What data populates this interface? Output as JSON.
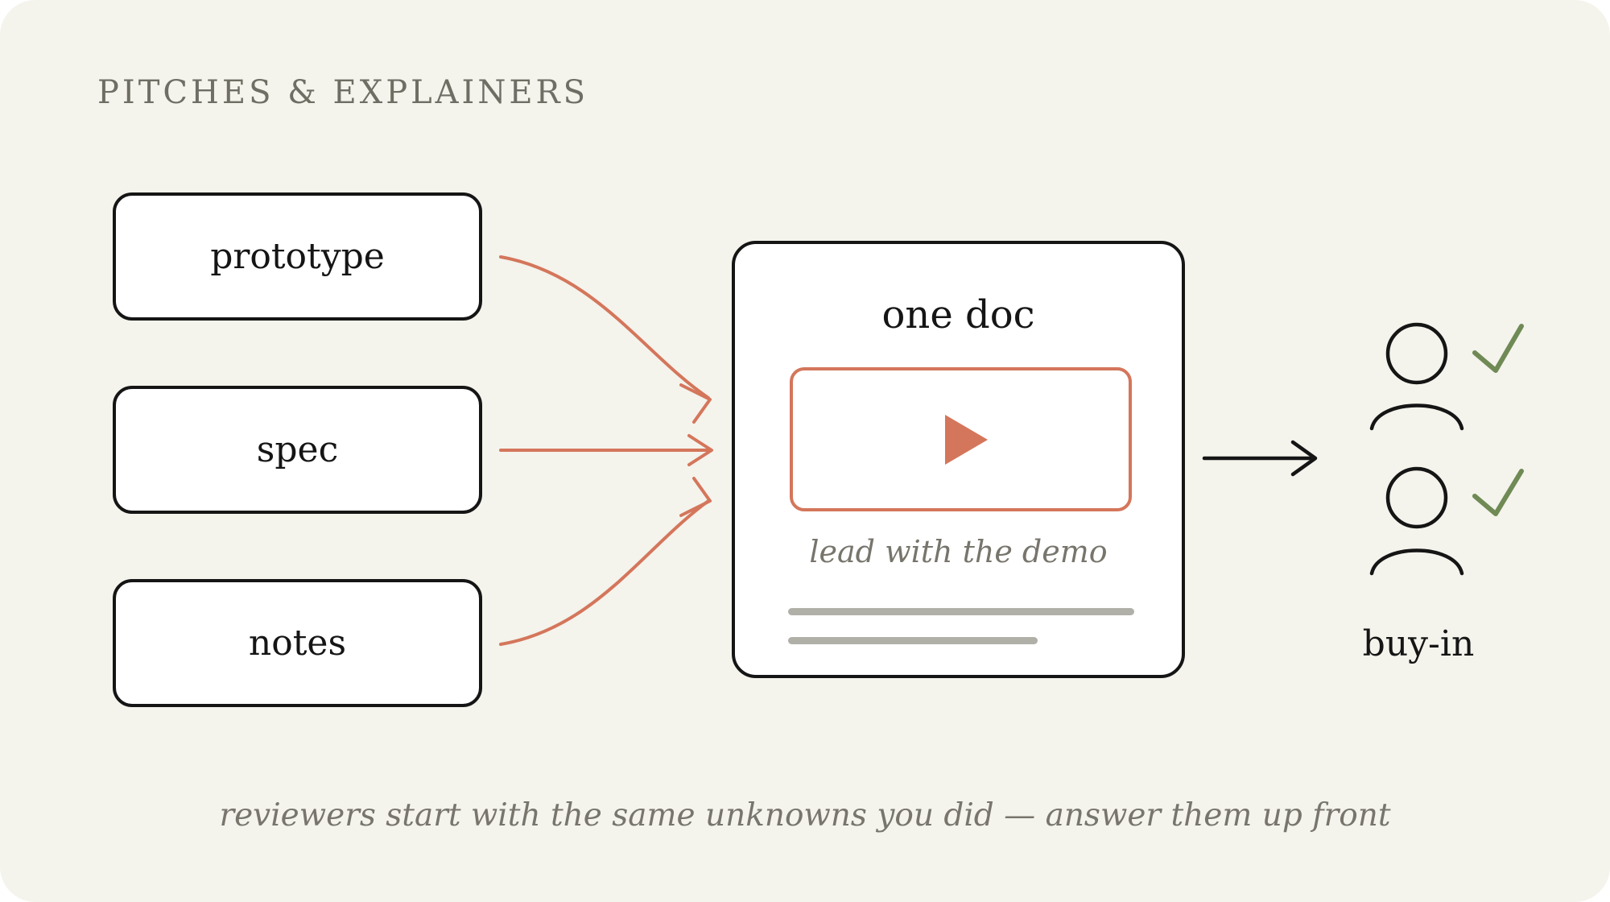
{
  "eyebrow": "PITCHES & EXPLAINERS",
  "sources": [
    {
      "label": "prototype"
    },
    {
      "label": "spec"
    },
    {
      "label": "notes"
    }
  ],
  "doc": {
    "title": "one doc",
    "caption": "lead with the demo"
  },
  "outcome": {
    "label": "buy-in"
  },
  "footer": "reviewers start with the same unknowns you did — answer them up front",
  "colors": {
    "background": "#f4f3ec",
    "accent": "#d4765b",
    "check": "#6f8a55",
    "ink": "#151515",
    "muted": "#77756c"
  },
  "icons": [
    "play-icon",
    "person-icon",
    "check-icon",
    "arrow-right-icon"
  ]
}
